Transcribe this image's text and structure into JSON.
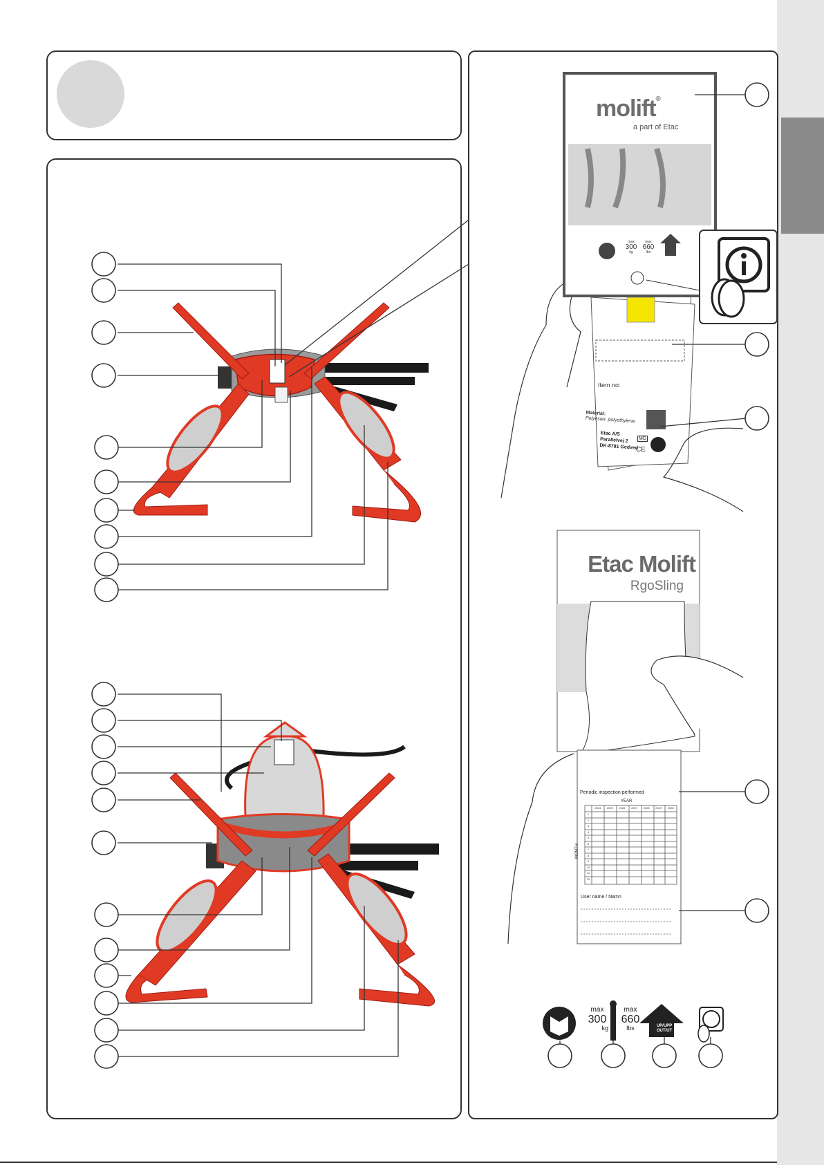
{
  "label_card": {
    "brand": "molift",
    "registered": "®",
    "tagline": "a part of Etac",
    "max_kg_label": "max",
    "max_kg_value": "300",
    "max_kg_unit": "kg",
    "max_lbs_label": "max",
    "max_lbs_value": "660",
    "max_lbs_unit": "lbs",
    "item_no_label": "Item no:",
    "material_label": "Material:",
    "material_value": "Polyester, polyethylene",
    "manufacturer_name": "Etac A/S",
    "manufacturer_street": "Parallelvej 2",
    "manufacturer_city": "DK-8781 Gedved",
    "md_mark": "MD",
    "ce_mark": "CE"
  },
  "booklet": {
    "title": "Etac Molift",
    "subtitle": "RgoSling",
    "inspection_heading": "Periodic inspection performed",
    "year_label": "YEAR",
    "month_label": "MONTH",
    "years": [
      "2024",
      "2025",
      "2026",
      "2027",
      "2028",
      "2029",
      "2030"
    ],
    "months": [
      "1",
      "2",
      "3",
      "4",
      "5",
      "6",
      "7",
      "8",
      "9",
      "10",
      "11",
      "12"
    ],
    "user_name_label": "User name / Namn"
  },
  "legend_symbols": {
    "max_kg_label": "max",
    "max_kg_value": "300",
    "max_kg_unit": "kg",
    "max_lbs_label": "max",
    "max_lbs_value": "660",
    "max_lbs_unit": "lbs",
    "arrow_line1": "UP/UPP",
    "arrow_line2": "OUT/UT"
  },
  "colors": {
    "sling_red": "#e03a25",
    "sling_grey": "#c8c8c8",
    "label_yellow": "#f4e600",
    "tab_grey": "#8a8a8a"
  }
}
